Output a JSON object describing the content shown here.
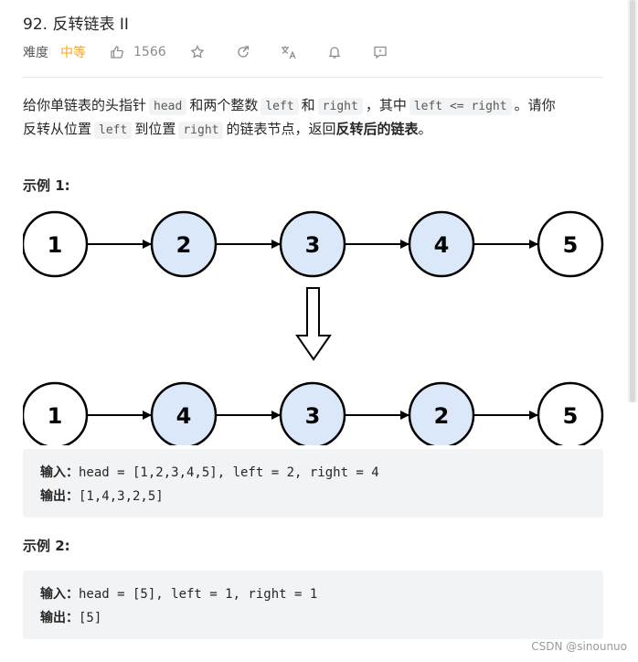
{
  "problem": {
    "title": "92. 反转链表 II",
    "difficulty_label": "难度",
    "difficulty": "中等",
    "likes": "1566",
    "icons": [
      "thumbs-up-icon",
      "star-icon",
      "share-icon",
      "translate-icon",
      "bell-icon",
      "feedback-icon"
    ]
  },
  "description": {
    "p1_a": "给你单链表的头指针",
    "code_head": "head",
    "p1_b": "和两个整数",
    "code_left": "left",
    "p1_c": "和",
    "code_right": "right",
    "p1_d": "，其中",
    "code_cond": "left <= right",
    "p1_e": "。请你",
    "p2_a": "反转从位置",
    "code_left2": "left",
    "p2_b": "到位置",
    "code_right2": "right",
    "p2_c": "的链表节点，返回",
    "p2_bold": "反转后的链表",
    "p2_d": "。"
  },
  "example1": {
    "title": "示例 1:",
    "before": [
      "1",
      "2",
      "3",
      "4",
      "5"
    ],
    "after": [
      "1",
      "4",
      "3",
      "2",
      "5"
    ],
    "highlighted_before": [
      false,
      true,
      true,
      true,
      false
    ],
    "highlighted_after": [
      false,
      true,
      true,
      true,
      false
    ],
    "input_label": "输入：",
    "input_value": "head = [1,2,3,4,5], left = 2, right = 4",
    "output_label": "输出：",
    "output_value": "[1,4,3,2,5]"
  },
  "example2": {
    "title": "示例 2:",
    "input_label": "输入：",
    "input_value": "head = [5], left = 1, right = 1",
    "output_label": "输出：",
    "output_value": "[5]"
  },
  "colors": {
    "difficulty_medium": "#f5a623",
    "node_highlight": "#dbe8fa",
    "node_plain": "#ffffff",
    "code_bg": "#f2f3f4"
  },
  "watermark": "CSDN @sinounuo"
}
